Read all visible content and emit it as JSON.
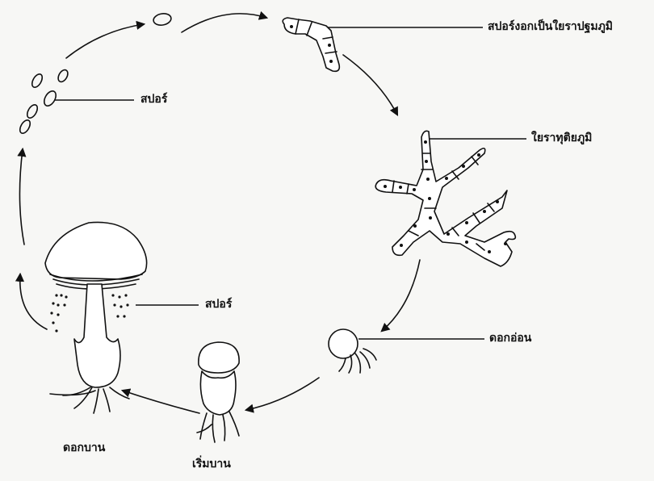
{
  "labels": {
    "primary_mycelium": "สปอร์งอกเป็นใยราปฐมภูมิ",
    "spores_top": "สปอร์",
    "secondary_mycelium": "ใยราทุติยภูมิ",
    "spores_cap": "สปอร์",
    "young_bud": "ดอกอ่อน",
    "mature_mushroom": "ดอกบาน",
    "opening_mushroom": "เริ่มบาน"
  },
  "colors": {
    "ink": "#111111",
    "background": "#f7f7f5"
  }
}
